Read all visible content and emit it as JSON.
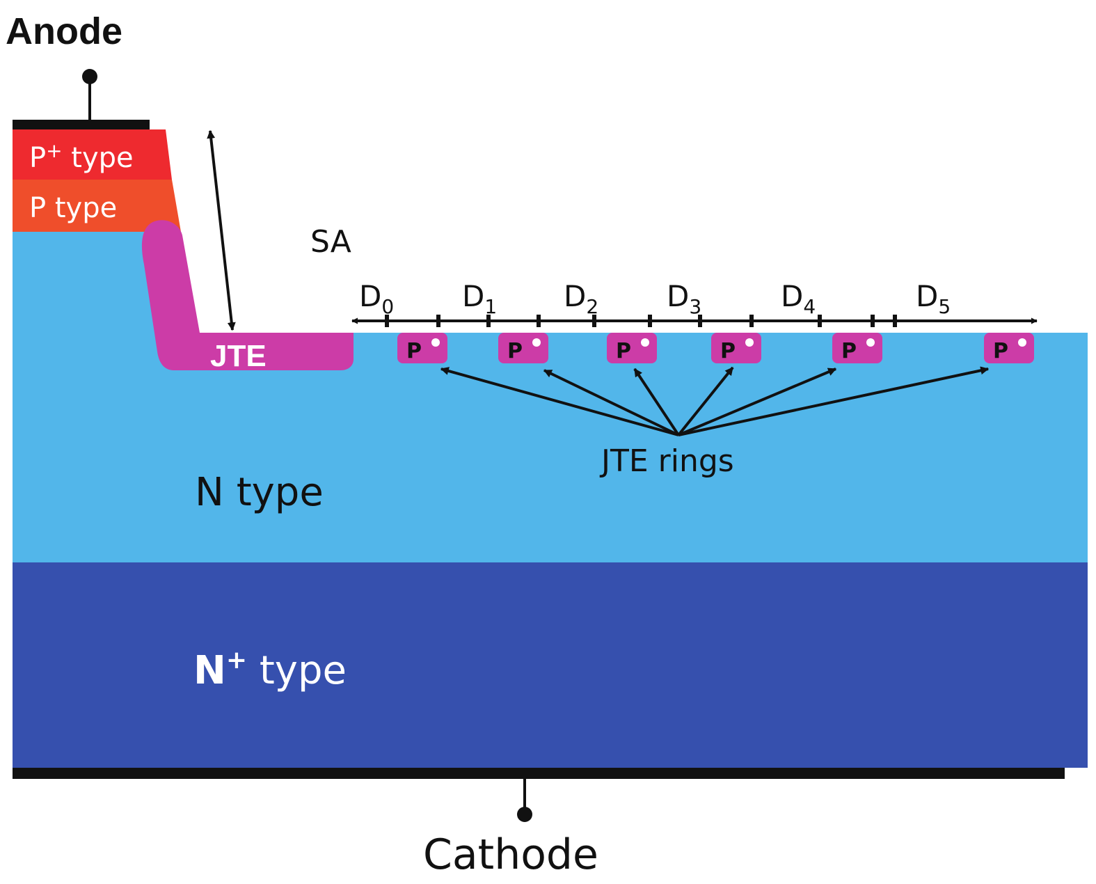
{
  "diagram": {
    "title": "JTE rings edge termination cross-section",
    "terminals": {
      "anode": "Anode",
      "cathode": "Cathode"
    },
    "layers": {
      "p_plus": {
        "label_main": "P",
        "label_sup": "+",
        "label_rest": " type",
        "color": "#ee2a2f"
      },
      "p": {
        "label": "P type",
        "color": "#ef4e2b"
      },
      "n": {
        "label": "N type",
        "color": "#52b6ea"
      },
      "n_plus": {
        "label_main": "N",
        "label_sup": "+",
        "label_rest": " type",
        "color": "#3650ae"
      },
      "jte": {
        "label": "JTE",
        "color": "#cc3ca7"
      }
    },
    "annotations": {
      "sa": "SA",
      "jte_rings": "JTE rings"
    },
    "ring_label": "P",
    "ring_count": 6,
    "spacings": [
      {
        "main": "D",
        "sub": "0"
      },
      {
        "main": "D",
        "sub": "1"
      },
      {
        "main": "D",
        "sub": "2"
      },
      {
        "main": "D",
        "sub": "3"
      },
      {
        "main": "D",
        "sub": "4"
      },
      {
        "main": "D",
        "sub": "5"
      }
    ],
    "colors": {
      "metal": "#111111",
      "text_dark": "#111111",
      "text_light": "#ffffff"
    }
  }
}
